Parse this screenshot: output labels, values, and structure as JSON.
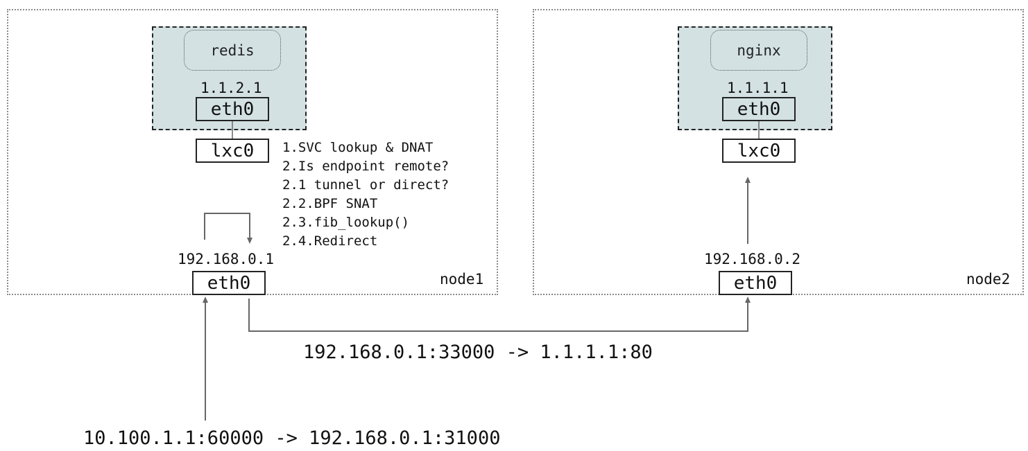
{
  "node1": {
    "label": "node1",
    "pod": {
      "app": "redis",
      "ip": "1.1.2.1",
      "iface": "eth0"
    },
    "lxc": "lxc0",
    "host_ip": "192.168.0.1",
    "host_iface": "eth0",
    "steps": [
      "1.SVC lookup & DNAT",
      "2.Is endpoint remote?",
      "2.1 tunnel or direct?",
      "2.2.BPF SNAT",
      "2.3.fib_lookup()",
      "2.4.Redirect"
    ]
  },
  "node2": {
    "label": "node2",
    "pod": {
      "app": "nginx",
      "ip": "1.1.1.1",
      "iface": "eth0"
    },
    "lxc": "lxc0",
    "host_ip": "192.168.0.2",
    "host_iface": "eth0"
  },
  "flows": {
    "inter_node": "192.168.0.1:33000 -> 1.1.1.1:80",
    "ingress": "10.100.1.1:60000 -> 192.168.0.1:31000"
  },
  "colors": {
    "pod_fill": "#d3e1e3",
    "wire": "#666666"
  }
}
